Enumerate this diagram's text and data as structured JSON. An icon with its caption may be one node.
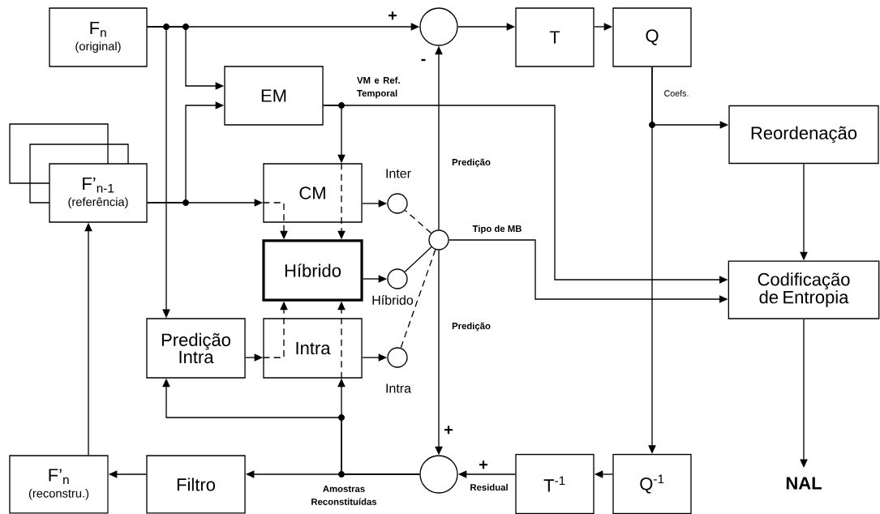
{
  "diagram": {
    "nodes": [
      {
        "text": [
          "F$_{n}$",
          "(original)"
        ]
      },
      {
        "text": [],
        "shape": "circle"
      },
      {
        "text": [
          "T"
        ]
      },
      {
        "text": [
          "Q"
        ]
      },
      {
        "text": [
          "EM"
        ]
      },
      {
        "text": [
          "Reordenação"
        ]
      },
      {
        "text": [
          "F’$_{n-1}$",
          "(referência)"
        ]
      },
      {
        "text": [
          "CM"
        ]
      },
      {
        "text": [],
        "shape": "circle",
        "beside": [
          "Inter"
        ]
      },
      {
        "text": [],
        "shape": "circle"
      },
      {
        "text": [
          "Híbrido"
        ]
      },
      {
        "text": [],
        "shape": "circle",
        "beside": [
          "Híbrido"
        ]
      },
      {
        "text": [
          "Codificação de Entropia"
        ]
      },
      {
        "text": [
          "Predição Intra"
        ]
      },
      {
        "text": [
          "Intra"
        ]
      },
      {
        "text": [],
        "shape": "circle",
        "beside": [
          "Intra"
        ]
      },
      {
        "text": [],
        "shape": "circle"
      },
      {
        "text": [
          "T$^{-1}$"
        ]
      },
      {
        "text": [
          "Q$^{-1}$"
        ]
      },
      {
        "text": [
          "NAL"
        ]
      },
      {
        "text": [
          "Filtro"
        ]
      },
      {
        "text": [
          "F’$_{n}$",
          "(reconstru.)"
        ]
      }
    ],
    "edges": [
      {
        "from": 0,
        "to": 1,
        "arrow": "to"
      },
      {
        "from": 0,
        "to": 4,
        "arrow": "to"
      },
      {
        "from": 0,
        "to": 13,
        "arrow": "to"
      },
      {
        "from": 6,
        "to": 7,
        "arrow": "to"
      },
      {
        "from": 6,
        "to": 4,
        "arrow": "to"
      },
      {
        "from": 1,
        "to": 2,
        "arrow": "to"
      },
      {
        "from": 2,
        "to": 3,
        "arrow": "to"
      },
      {
        "from": 3,
        "to": 5,
        "arrow": "to",
        "label": "Coefs."
      },
      {
        "from": 3,
        "to": 18,
        "arrow": "to"
      },
      {
        "from": 4,
        "to": 7,
        "arrow": "to",
        "label": "VM e Ref. Temporal"
      },
      {
        "from": 4,
        "to": 12,
        "arrow": "to"
      },
      {
        "from": 7,
        "to": 10,
        "arrow": "to",
        "style": "dashed"
      },
      {
        "from": 7,
        "to": 10,
        "arrow": "to",
        "style": "dashed"
      },
      {
        "from": 7,
        "to": 8,
        "arrow": "to"
      },
      {
        "from": 10,
        "to": 11,
        "arrow": "to"
      },
      {
        "from": 13,
        "to": 14,
        "arrow": "to"
      },
      {
        "from": 14,
        "to": 10,
        "arrow": "to",
        "style": "dashed"
      },
      {
        "from": 14,
        "to": 10,
        "arrow": "to",
        "style": "dashed"
      },
      {
        "from": 14,
        "to": 15,
        "arrow": "to"
      },
      {
        "from": 9,
        "to": 8,
        "arrow": "none",
        "style": "dashed"
      },
      {
        "from": 9,
        "to": 11,
        "arrow": "none"
      },
      {
        "from": 9,
        "to": 15,
        "arrow": "none",
        "style": "dashed"
      },
      {
        "from": 9,
        "to": 1,
        "arrow": "to",
        "label": "Predição"
      },
      {
        "from": 9,
        "to": 12,
        "arrow": "to",
        "label": "Tipo de MB"
      },
      {
        "from": 9,
        "to": 16,
        "arrow": "to",
        "label": "Predição"
      },
      {
        "from": 5,
        "to": 12,
        "arrow": "to"
      },
      {
        "from": 12,
        "to": 19,
        "arrow": "to"
      },
      {
        "from": 18,
        "to": 17,
        "arrow": "to"
      },
      {
        "from": 17,
        "to": 16,
        "arrow": "to",
        "label": "Residual"
      },
      {
        "from": 16,
        "to": 20,
        "arrow": "to",
        "label": "Amostras Reconstituídas"
      },
      {
        "from": 16,
        "to": 14,
        "arrow": "to"
      },
      {
        "from": 16,
        "to": 13,
        "arrow": "to"
      },
      {
        "from": 20,
        "to": 21,
        "arrow": "to"
      },
      {
        "from": 21,
        "to": 6,
        "arrow": "to"
      }
    ],
    "labels": [
      "+",
      "-",
      "+",
      "+"
    ]
  }
}
